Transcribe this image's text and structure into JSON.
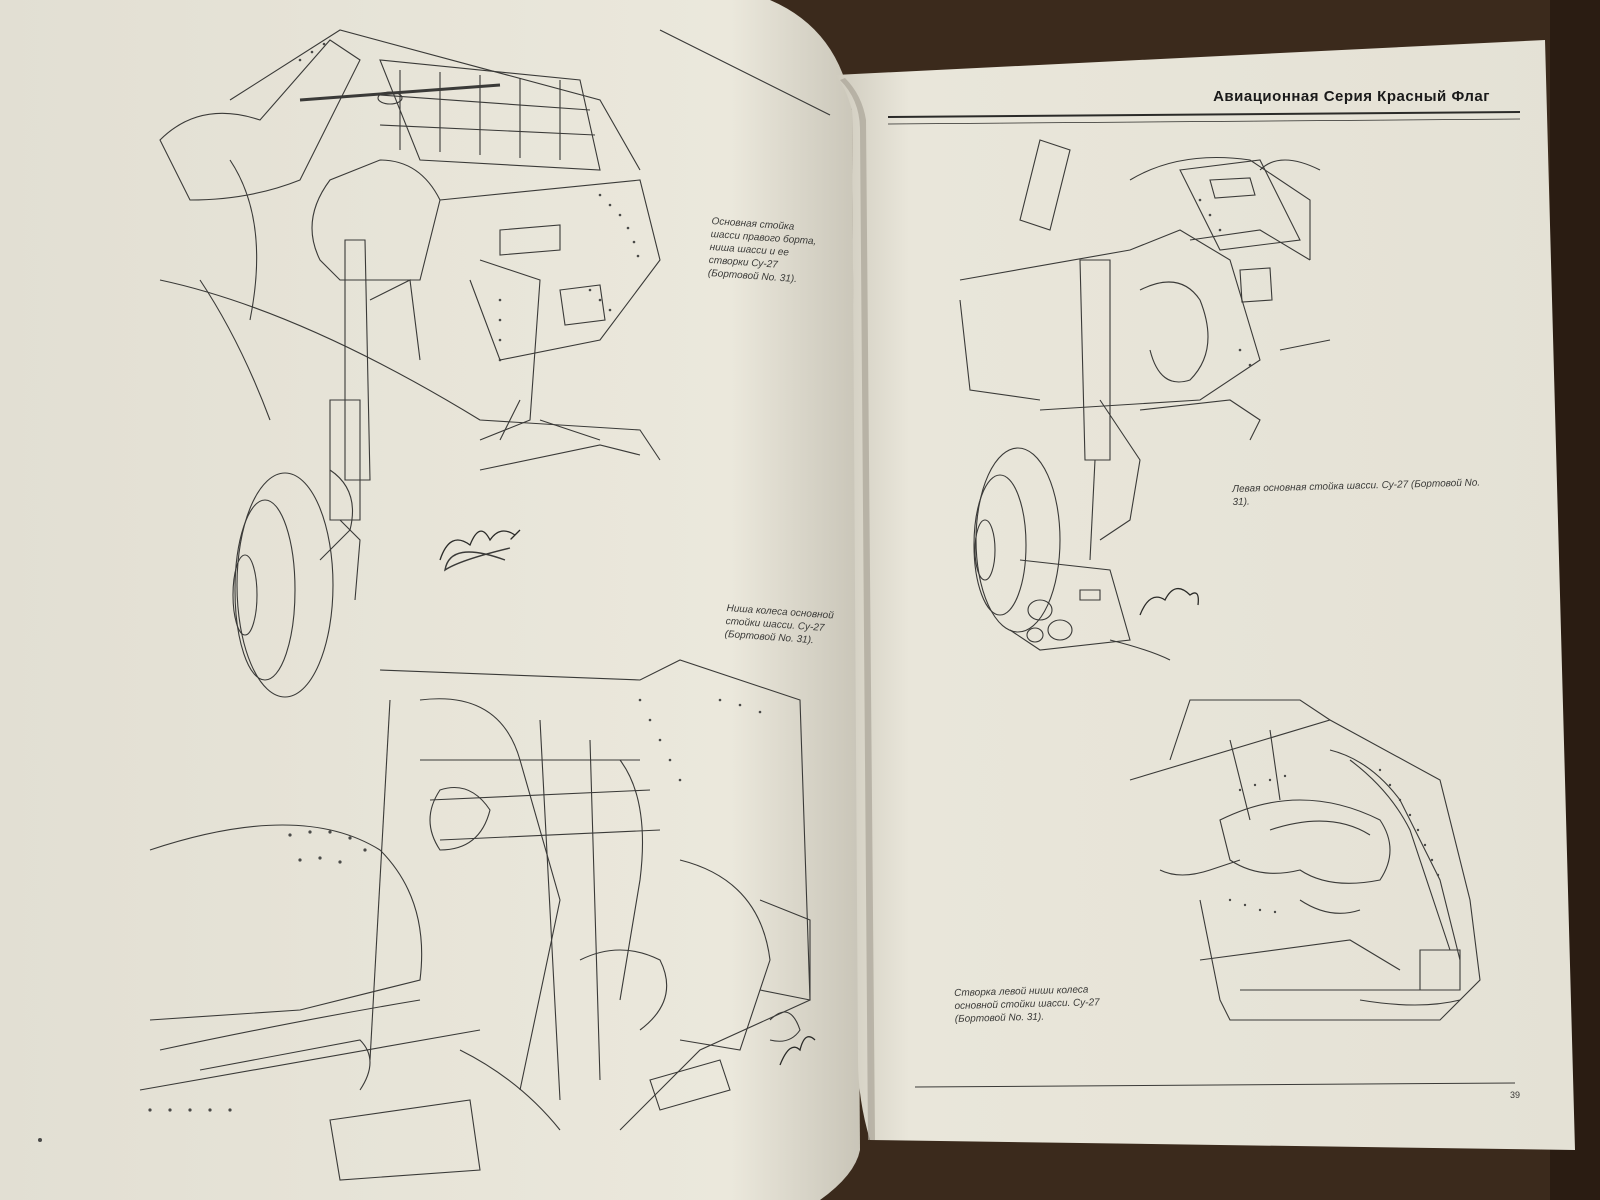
{
  "header": {
    "title": "Авиационная Серия Красный Флаг"
  },
  "captions": {
    "left_top": "Основная стойка шасси правого борта, ниша шасси и ее створки Су-27 (Бортовой No. 31).",
    "left_middle": "Ниша колеса основной стойки шасси. Су-27 (Бортовой No. 31).",
    "right_top": "Левая основная стойка шасси. Су-27 (Бортовой No. 31).",
    "right_bottom": "Створка левой ниши колеса основной стойки шасси. Су-27 (Бортовой No. 31)."
  },
  "page_number": "39"
}
